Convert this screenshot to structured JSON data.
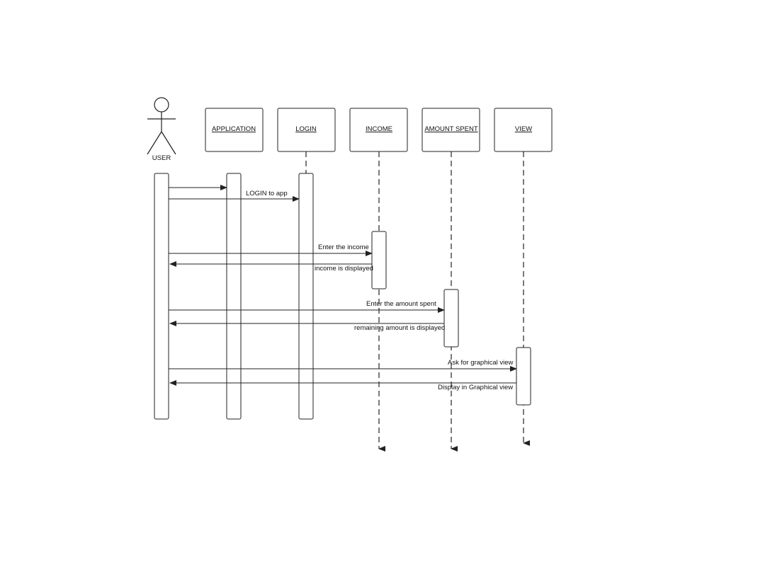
{
  "actor": {
    "label": "USER"
  },
  "objects": [
    {
      "id": "application",
      "label": "APPLICATION"
    },
    {
      "id": "login",
      "label": "LOGIN"
    },
    {
      "id": "income",
      "label": "INCOME"
    },
    {
      "id": "amount_spent",
      "label": "AMOUNT SPENT"
    },
    {
      "id": "view",
      "label": "VIEW"
    }
  ],
  "messages": [
    {
      "id": "login_to_app",
      "label": "LOGIN to app"
    },
    {
      "id": "enter_income",
      "label": "Enter the  income"
    },
    {
      "id": "income_displayed",
      "label": "income is displayed"
    },
    {
      "id": "enter_amount",
      "label": "Enter the amount spent"
    },
    {
      "id": "remaining_displayed",
      "label": "remaining amount is displayed"
    },
    {
      "id": "ask_graphical",
      "label": "Ask for graphical view"
    },
    {
      "id": "display_graphical",
      "label": "Display in Graphical view"
    }
  ],
  "colors": {
    "stroke": "#222222",
    "background": "#ffffff"
  }
}
